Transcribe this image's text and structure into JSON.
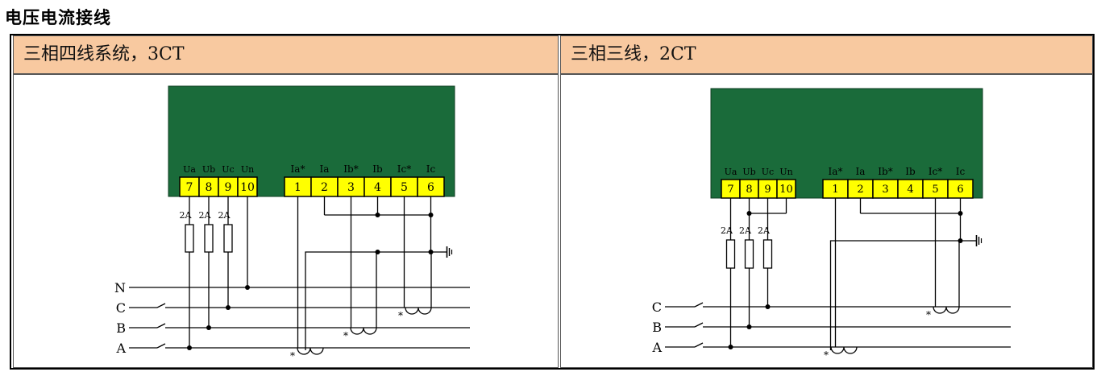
{
  "page": {
    "title": "电压电流接线"
  },
  "panels": [
    {
      "title": "三相四线系统，3CT",
      "voltage_terminal_labels": [
        "Ua",
        "Ub",
        "Uc",
        "Un"
      ],
      "voltage_terminal_numbers": [
        "7",
        "8",
        "9",
        "10"
      ],
      "current_terminal_labels": [
        "Ia*",
        "Ia",
        "Ib*",
        "Ib",
        "Ic*",
        "Ic"
      ],
      "current_terminal_numbers": [
        "1",
        "2",
        "3",
        "4",
        "5",
        "6"
      ],
      "fuse_label": "2A",
      "phase_lines": [
        "N",
        "C",
        "B",
        "A"
      ],
      "ct_polarity_mark": "*"
    },
    {
      "title": "三相三线，2CT",
      "voltage_terminal_labels": [
        "Ua",
        "Ub",
        "Uc",
        "Un"
      ],
      "voltage_terminal_numbers": [
        "7",
        "8",
        "9",
        "10"
      ],
      "current_terminal_labels": [
        "Ia*",
        "Ia",
        "Ib*",
        "Ib",
        "Ic*",
        "Ic"
      ],
      "current_terminal_numbers": [
        "1",
        "2",
        "3",
        "4",
        "5",
        "6"
      ],
      "fuse_label": "2A",
      "phase_lines": [
        "C",
        "B",
        "A"
      ],
      "ct_polarity_mark": "*"
    }
  ],
  "colors": {
    "header_background": "#f8c9a0",
    "meter_body": "#1a6b3a",
    "terminal_fill": "#ffff00",
    "wire": "#000000"
  }
}
